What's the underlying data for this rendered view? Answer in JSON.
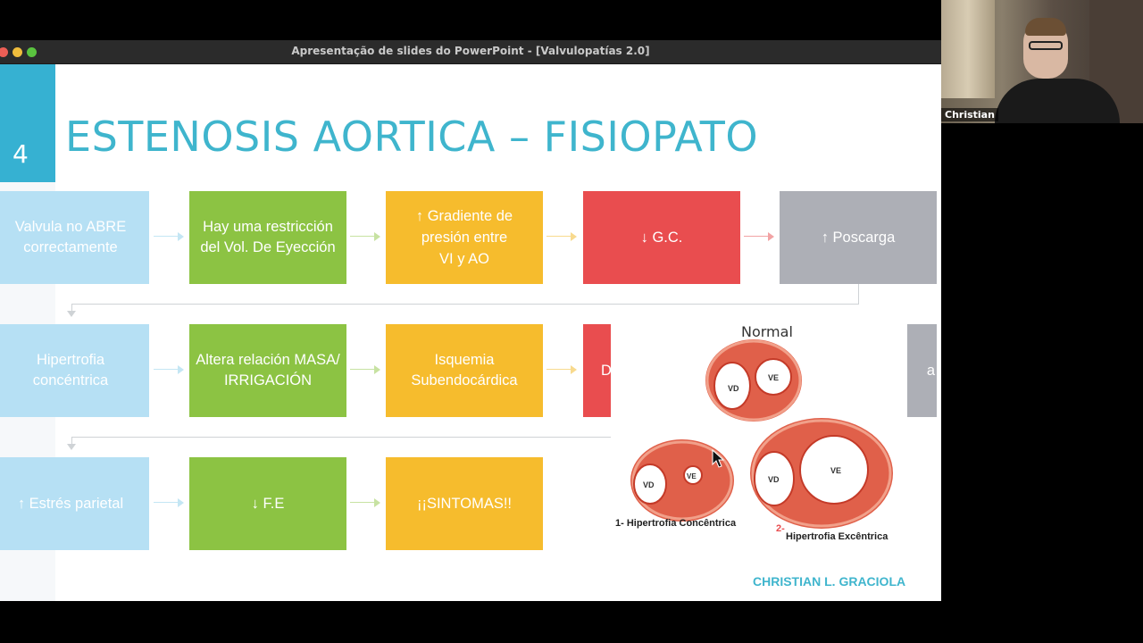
{
  "window": {
    "title": "Apresentação de slides do PowerPoint - [Valvulopatías 2.0]"
  },
  "slide": {
    "number": "4",
    "title": "ESTENOSIS AORTICA – FISIOPATO",
    "row1": [
      {
        "text": "Valvula no ABRE correctamente",
        "color": "#b6e0f4"
      },
      {
        "text": "Hay uma restricción del Vol. De Eyección",
        "color": "#8cc343"
      },
      {
        "text": "↑ Gradiente de presión entre\nVI y AO",
        "color": "#f6bc2d"
      },
      {
        "text": "↓ G.C.",
        "color": "#e94d4f"
      },
      {
        "text": "↑ Poscarga",
        "color": "#adafb6"
      }
    ],
    "row2": [
      {
        "text": "Hipertrofia concéntrica",
        "color": "#b6e0f4"
      },
      {
        "text": "Altera relación MASA/IRRIGACIÓN",
        "color": "#8cc343"
      },
      {
        "text": "Isquemia Subendocárdica",
        "color": "#f6bc2d"
      }
    ],
    "row2_partial_red": "D",
    "row2_partial_gray": "a",
    "row3": [
      {
        "text": "↑ Estrés parietal",
        "color": "#b6e0f4"
      },
      {
        "text": "↓ F.E",
        "color": "#8cc343"
      },
      {
        "text": "¡¡SINTOMAS!!",
        "color": "#f6bc2d"
      }
    ],
    "image": {
      "normal_label": "Normal",
      "caption1": "1- Hipertrofia Concêntrica",
      "caption2_num": "2-",
      "caption2": "Hipertrofia Excêntrica",
      "vd": "VD",
      "ve": "VE"
    },
    "author": "CHRISTIAN L. GRACIOLA"
  },
  "webcam": {
    "name": "Christian"
  }
}
